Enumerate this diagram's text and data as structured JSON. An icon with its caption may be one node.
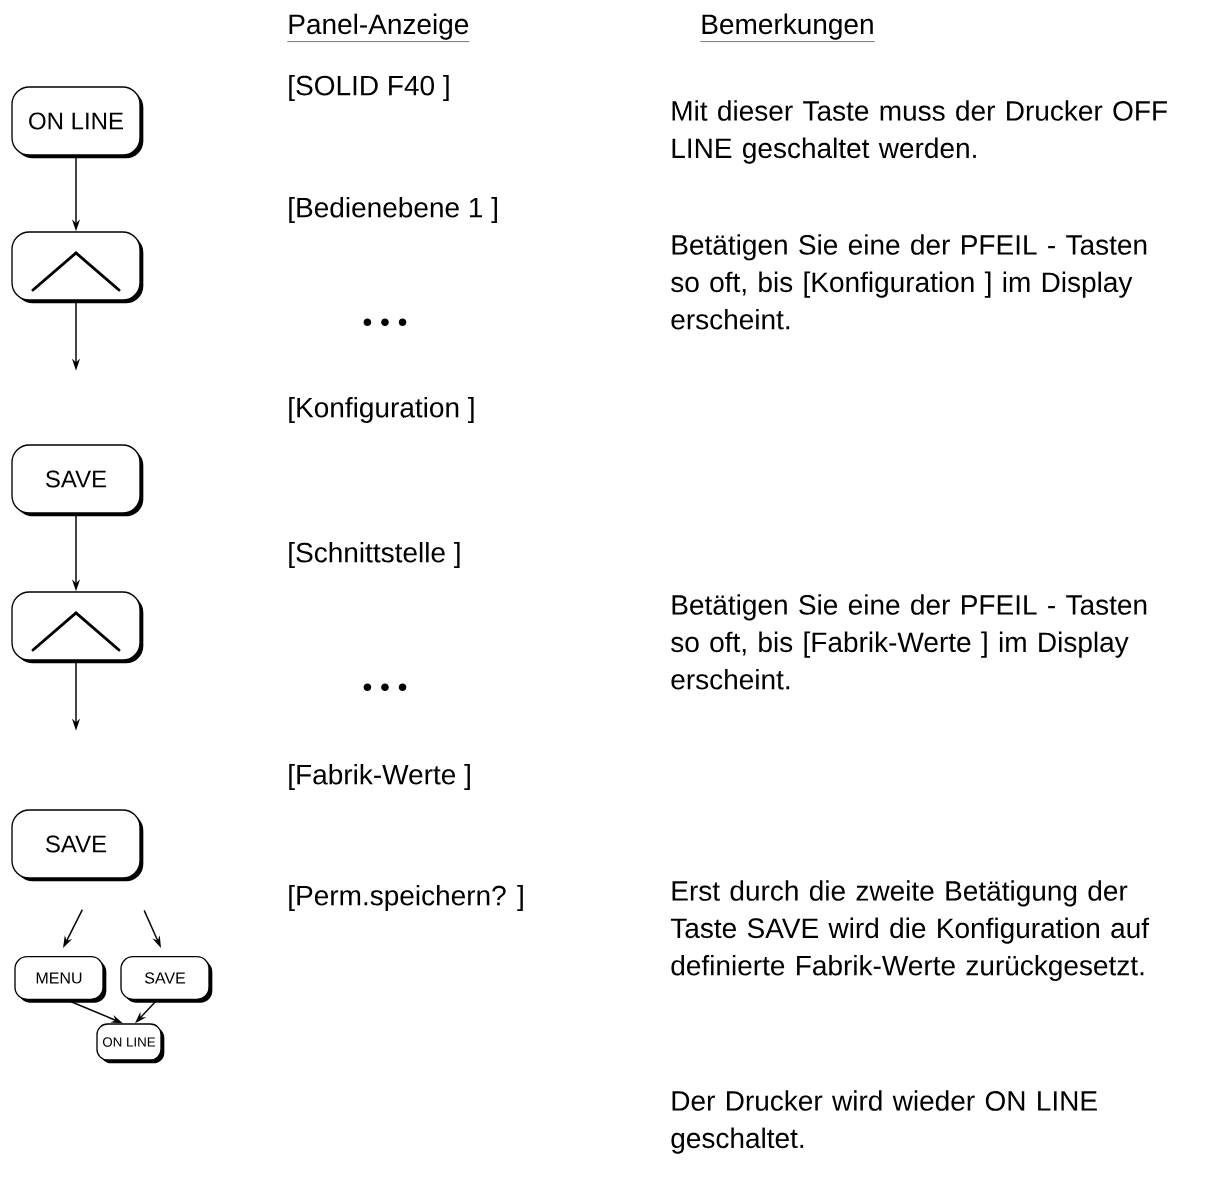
{
  "diagram": {
    "nodes": [
      {
        "text": [
          "ON LINE"
        ]
      },
      {
        "text": [],
        "shape": "box"
      },
      {
        "text": [
          "SAVE"
        ]
      },
      {
        "text": [],
        "shape": "box"
      },
      {
        "text": [
          "SAVE"
        ]
      },
      {
        "text": [
          "MENU"
        ]
      },
      {
        "text": [
          "SAVE"
        ]
      },
      {
        "text": [
          "ON LINE"
        ]
      }
    ],
    "edges": [
      {
        "from": 0,
        "to": 1,
        "arrow": "to"
      },
      {
        "from": 1,
        "to": null,
        "arrow": "to"
      },
      {
        "from": 2,
        "to": 3,
        "arrow": "to"
      },
      {
        "from": 3,
        "to": null,
        "arrow": "to"
      },
      {
        "from": 4,
        "to": 5,
        "arrow": "to"
      },
      {
        "from": 4,
        "to": 6,
        "arrow": "to"
      },
      {
        "from": 5,
        "to": 7,
        "arrow": "to"
      },
      {
        "from": 6,
        "to": 7,
        "arrow": "to"
      }
    ],
    "labels": [
      "Panel-Anzeige",
      "Bemerkungen",
      "[SOLID F40  ]",
      "Mit dieser Taste muss der Drucker OFF LINE geschaltet werden.",
      "[Bedienebene 1 ]",
      "Betätigen Sie eine der PFEIL - Tasten so oft, bis [Konfiguration ] im Display erscheint.",
      "• • •",
      "[Konfiguration ]",
      "[Schnittstelle ]",
      "Betätigen Sie eine der PFEIL - Tasten so oft, bis [Fabrik-Werte ] im Display erscheint.",
      "• • •",
      "[Fabrik-Werte ]",
      "[Perm.speichern? ]",
      "Erst durch die zweite Betätigung der Taste SAVE wird die Konfiguration auf definierte Fabrik-Werte zurückgesetzt.",
      "Der Drucker wird wieder ON LINE geschaltet."
    ]
  }
}
